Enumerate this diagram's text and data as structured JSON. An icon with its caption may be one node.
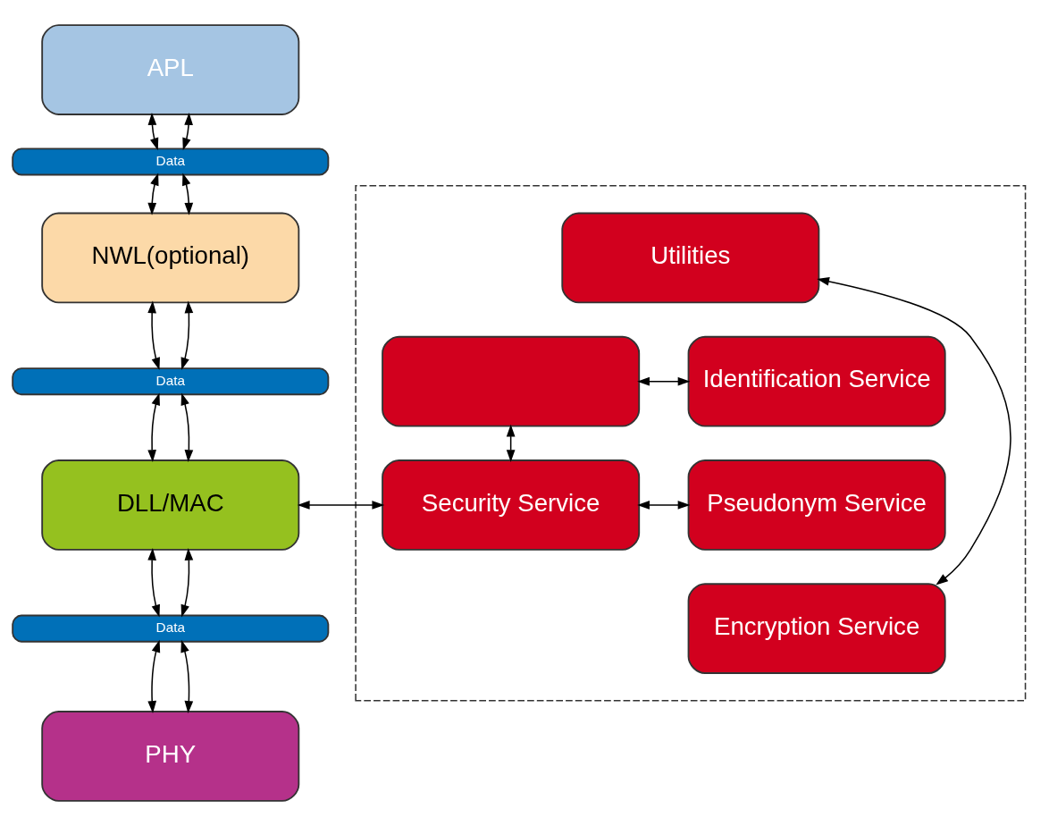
{
  "diagram": {
    "nodes": [
      {
        "text": [
          "APL"
        ]
      },
      {
        "text": [
          "Data"
        ]
      },
      {
        "text": [
          "NWL(optional)"
        ]
      },
      {
        "text": [
          "Data"
        ]
      },
      {
        "text": [
          "DLL/MAC"
        ]
      },
      {
        "text": [
          "Data"
        ]
      },
      {
        "text": [
          "PHY"
        ]
      },
      {
        "text": [],
        "shape": "box"
      },
      {
        "text": [
          "Utilities"
        ],
        "in": 7
      },
      {
        "text": [],
        "shape": "box",
        "in": 7
      },
      {
        "text": [
          "Identification Service"
        ],
        "in": 7
      },
      {
        "text": [
          "Security Service"
        ],
        "in": 7
      },
      {
        "text": [
          "Pseudonym Service"
        ],
        "in": 7
      },
      {
        "text": [
          "Encryption Service"
        ],
        "in": 7
      }
    ],
    "edges": [
      {
        "from": 0,
        "to": 1,
        "arrow": "both"
      },
      {
        "from": 0,
        "to": 1,
        "arrow": "both"
      },
      {
        "from": 1,
        "to": 2,
        "arrow": "both"
      },
      {
        "from": 1,
        "to": 2,
        "arrow": "both"
      },
      {
        "from": 2,
        "to": 3,
        "arrow": "both"
      },
      {
        "from": 2,
        "to": 3,
        "arrow": "both"
      },
      {
        "from": 3,
        "to": 4,
        "arrow": "both"
      },
      {
        "from": 3,
        "to": 4,
        "arrow": "both"
      },
      {
        "from": 4,
        "to": 5,
        "arrow": "both"
      },
      {
        "from": 4,
        "to": 5,
        "arrow": "both"
      },
      {
        "from": 5,
        "to": 6,
        "arrow": "both"
      },
      {
        "from": 5,
        "to": 6,
        "arrow": "both"
      },
      {
        "from": 4,
        "to": 11,
        "arrow": "both"
      },
      {
        "from": 9,
        "to": 11,
        "arrow": "both"
      },
      {
        "from": 9,
        "to": 10,
        "arrow": "both"
      },
      {
        "from": 11,
        "to": 12,
        "arrow": "both"
      },
      {
        "from": 8,
        "to": 13,
        "arrow": "both"
      }
    ]
  }
}
